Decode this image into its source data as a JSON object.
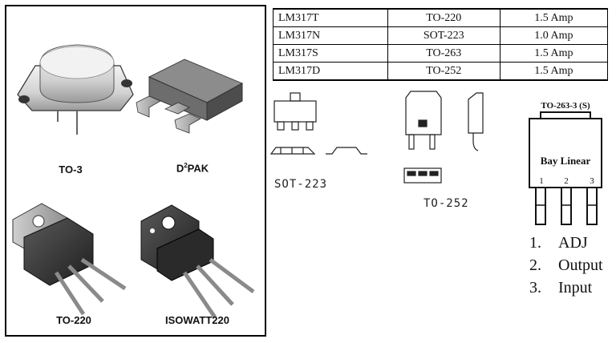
{
  "packages": [
    {
      "name": "TO-3"
    },
    {
      "name_main": "D",
      "name_sup": "2",
      "name_tail": "PAK"
    },
    {
      "name": "TO-220"
    },
    {
      "name": "ISOWATT220"
    }
  ],
  "table": {
    "rows": [
      {
        "part": "LM317T",
        "package": "TO-220",
        "current": "1.5 Amp"
      },
      {
        "part": "LM317N",
        "package": "SOT-223",
        "current": "1.0 Amp"
      },
      {
        "part": "LM317S",
        "package": "TO-263",
        "current": "1.5 Amp"
      },
      {
        "part": "LM317D",
        "package": "TO-252",
        "current": "1.5 Amp"
      }
    ]
  },
  "outline_labels": {
    "sot223": "SOT-223",
    "to252": "TO-252"
  },
  "to263": {
    "title": "TO-263-3 (S)",
    "body_text": "Bay Linear",
    "pin_numbers": [
      "1",
      "2",
      "3"
    ]
  },
  "pins": [
    {
      "num": "1.",
      "name": "ADJ"
    },
    {
      "num": "2.",
      "name": "Output"
    },
    {
      "num": "3.",
      "name": "Input"
    }
  ]
}
